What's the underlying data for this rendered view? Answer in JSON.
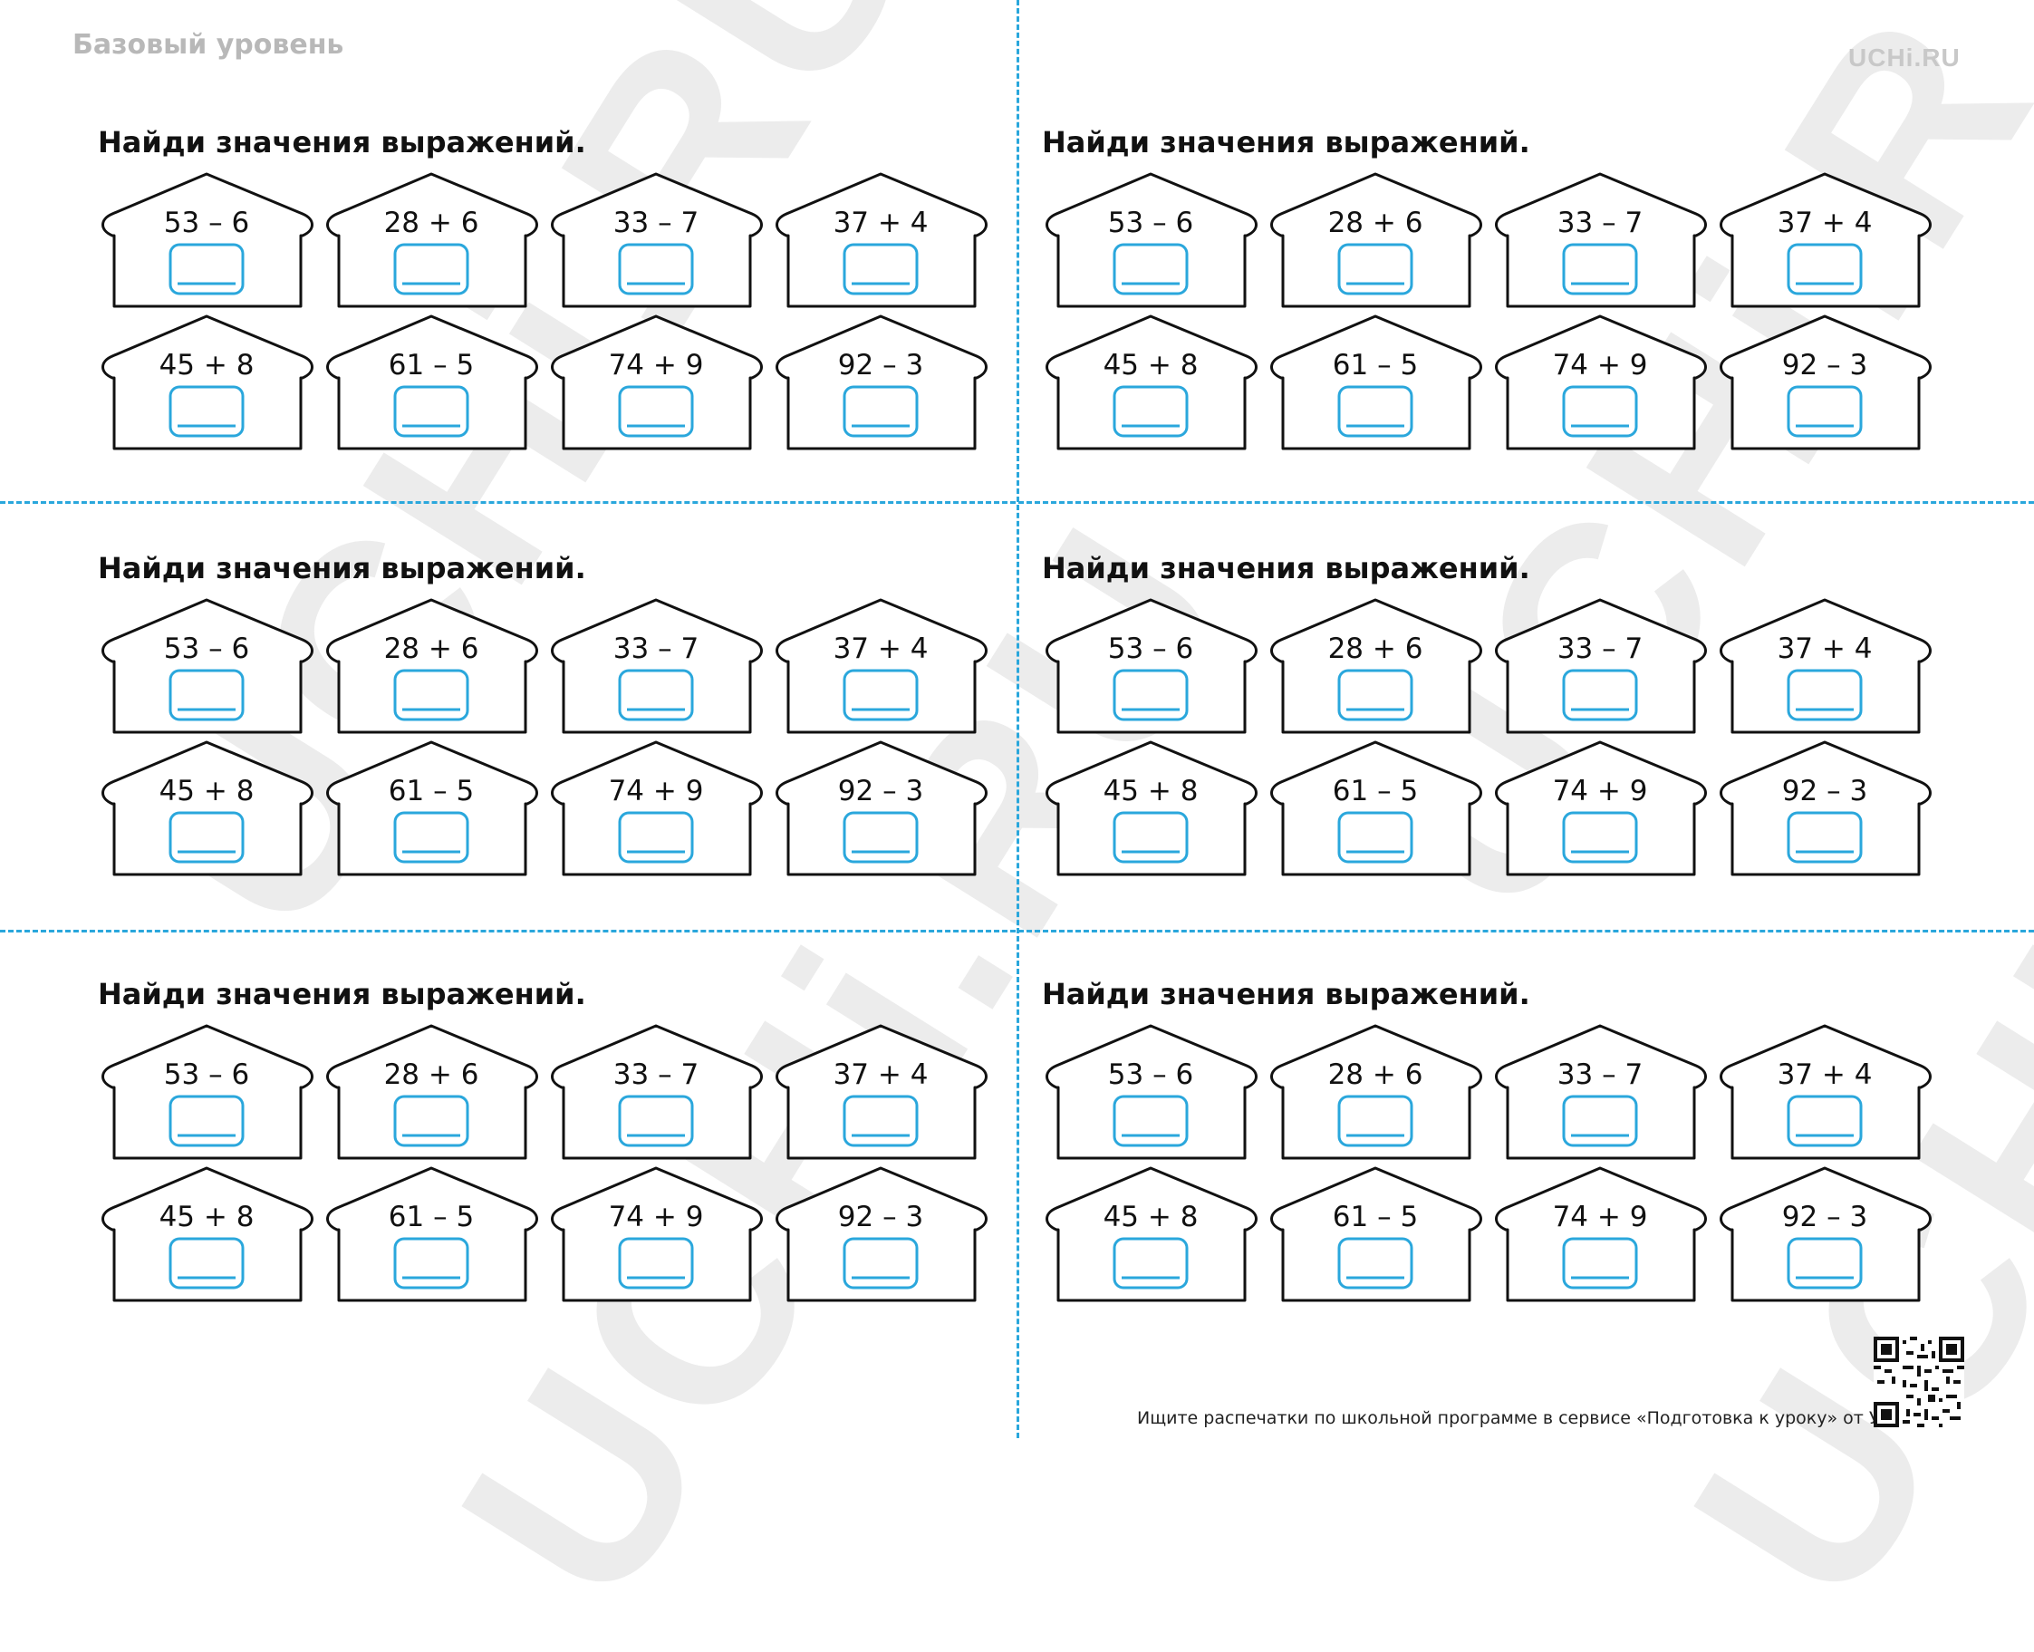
{
  "header": {
    "level": "Базовый уровень",
    "logo": "UCHi.RU"
  },
  "watermarks": [
    "UCHi.RU",
    "UCHi.RU",
    "UCHi.R",
    "UCHi.R"
  ],
  "cards": [
    {
      "title": "Найди значения выражений.",
      "expressions": [
        "53 – 6",
        "28 + 6",
        "33 – 7",
        "37 + 4",
        "45 + 8",
        "61 – 5",
        "74 + 9",
        "92 – 3"
      ]
    },
    {
      "title": "Найди значения выражений.",
      "expressions": [
        "53 – 6",
        "28 + 6",
        "33 – 7",
        "37 + 4",
        "45 + 8",
        "61 – 5",
        "74 + 9",
        "92 – 3"
      ]
    },
    {
      "title": "Найди значения выражений.",
      "expressions": [
        "53 – 6",
        "28 + 6",
        "33 – 7",
        "37 + 4",
        "45 + 8",
        "61 – 5",
        "74 + 9",
        "92 – 3"
      ]
    },
    {
      "title": "Найди значения выражений.",
      "expressions": [
        "53 – 6",
        "28 + 6",
        "33 – 7",
        "37 + 4",
        "45 + 8",
        "61 – 5",
        "74 + 9",
        "92 – 3"
      ]
    },
    {
      "title": "Найди значения выражений.",
      "expressions": [
        "53 – 6",
        "28 + 6",
        "33 – 7",
        "37 + 4",
        "45 + 8",
        "61 – 5",
        "74 + 9",
        "92 – 3"
      ]
    },
    {
      "title": "Найди значения выражений.",
      "expressions": [
        "53 – 6",
        "28 + 6",
        "33 – 7",
        "37 + 4",
        "45 + 8",
        "61 – 5",
        "74 + 9",
        "92 – 3"
      ]
    }
  ],
  "footer": {
    "text": "Ищите распечатки по школьной программе в сервисе «Подготовка к уроку» от Учи.ру."
  },
  "colors": {
    "accent": "#2aa7dc",
    "watermark": "#ececec",
    "text": "#111111"
  },
  "icons": {
    "qr": "qr-code-icon"
  }
}
